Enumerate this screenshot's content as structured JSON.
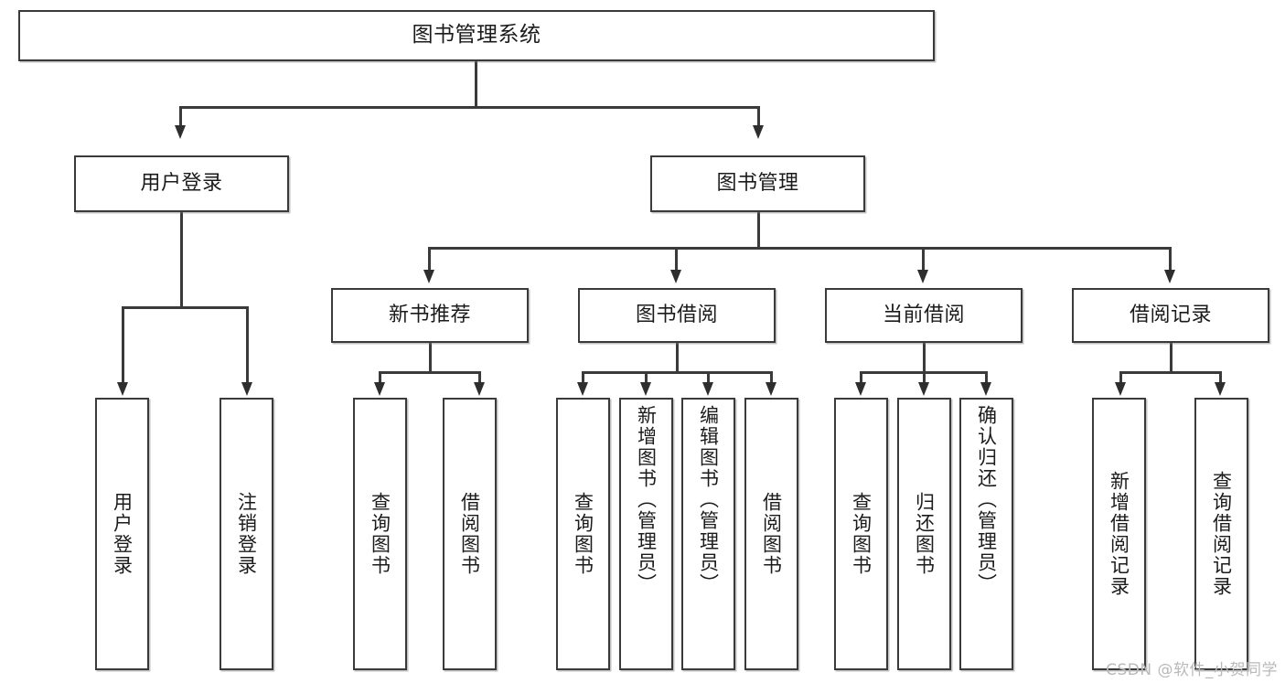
{
  "diagram": {
    "type": "tree-hierarchy",
    "title": "图书管理系统",
    "root": {
      "label": "图书管理系统"
    },
    "tier2": [
      {
        "id": "user-login",
        "label": "用户登录"
      },
      {
        "id": "book-management",
        "label": "图书管理"
      }
    ],
    "tier3": [
      {
        "id": "new-book-recommend",
        "label": "新书推荐"
      },
      {
        "id": "book-borrow",
        "label": "图书借阅"
      },
      {
        "id": "current-borrow",
        "label": "当前借阅"
      },
      {
        "id": "borrow-record",
        "label": "借阅记录"
      }
    ],
    "leaves": {
      "user_login": [
        {
          "id": "leaf-user-login",
          "label": "用户登录"
        },
        {
          "id": "leaf-logout-login",
          "label": "注销登录"
        }
      ],
      "new_book_recommend": [
        {
          "id": "leaf-query-book-1",
          "label": "查询图书"
        },
        {
          "id": "leaf-borrow-book-1",
          "label": "借阅图书"
        }
      ],
      "book_borrow": [
        {
          "id": "leaf-query-book-2",
          "label": "查询图书"
        },
        {
          "id": "leaf-add-book",
          "label": "新增图书（管理员）"
        },
        {
          "id": "leaf-edit-book",
          "label": "编辑图书（管理员）"
        },
        {
          "id": "leaf-borrow-book-2",
          "label": "借阅图书"
        }
      ],
      "current_borrow": [
        {
          "id": "leaf-query-book-3",
          "label": "查询图书"
        },
        {
          "id": "leaf-return-book",
          "label": "归还图书"
        },
        {
          "id": "leaf-confirm-return",
          "label": "确认归还（管理员）"
        }
      ],
      "borrow_record": [
        {
          "id": "leaf-add-record",
          "label": "新增借阅记录"
        },
        {
          "id": "leaf-query-record",
          "label": "查询借阅记录"
        }
      ]
    }
  },
  "watermark": {
    "text": "CSDN @软件_小贺同学"
  },
  "colors": {
    "stroke": "#3a3a3a",
    "arrow": "#2e2e2e",
    "text": "#1b1b1b",
    "background": "#ffffff",
    "watermark": "#b9b9b9"
  }
}
